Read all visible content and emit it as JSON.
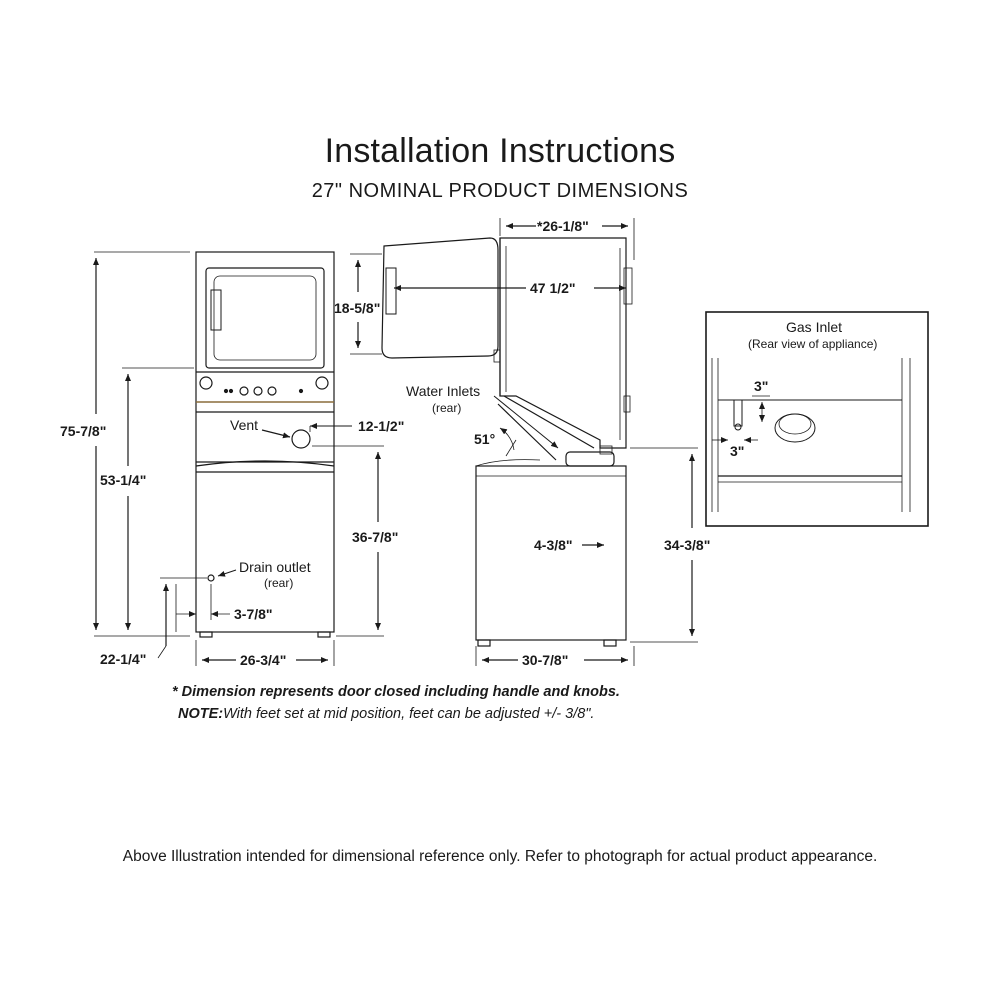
{
  "title": "Installation Instructions",
  "subtitle": "27\" NOMINAL PRODUCT DIMENSIONS",
  "front_view": {
    "overall_height": "75-7/8\"",
    "height_to_dryer": "53-1/4\"",
    "vent_label": "Vent",
    "vent_offset": "12-1/2\"",
    "vent_height": "36-7/8\"",
    "drain_label": "Drain outlet",
    "drain_sub": "(rear)",
    "drain_offset": "3-7/8\"",
    "drain_height": "22-1/4\"",
    "width": "26-3/4\""
  },
  "side_view": {
    "dryer_depth": "*26-1/8\"",
    "door_height": "18-5/8\"",
    "door_open_depth": "47 1/2\"",
    "water_inlets_label": "Water Inlets",
    "water_inlets_sub": "(rear)",
    "angle": "51°",
    "inlet_offset": "4-3/8\"",
    "washer_height": "34-3/8\"",
    "depth": "30-7/8\""
  },
  "gas_inlet": {
    "title": "Gas Inlet",
    "subtitle": "(Rear view of appliance)",
    "dim_vertical": "3\"",
    "dim_horizontal": "3\""
  },
  "footnote_star": "* Dimension represents door closed including handle and knobs.",
  "footnote_note_label": "NOTE:",
  "footnote_note_text": "With feet set at mid position, feet can be adjusted +/- 3/8\".",
  "disclaimer": "Above Illustration intended for dimensional reference only. Refer to photograph for actual product appearance."
}
